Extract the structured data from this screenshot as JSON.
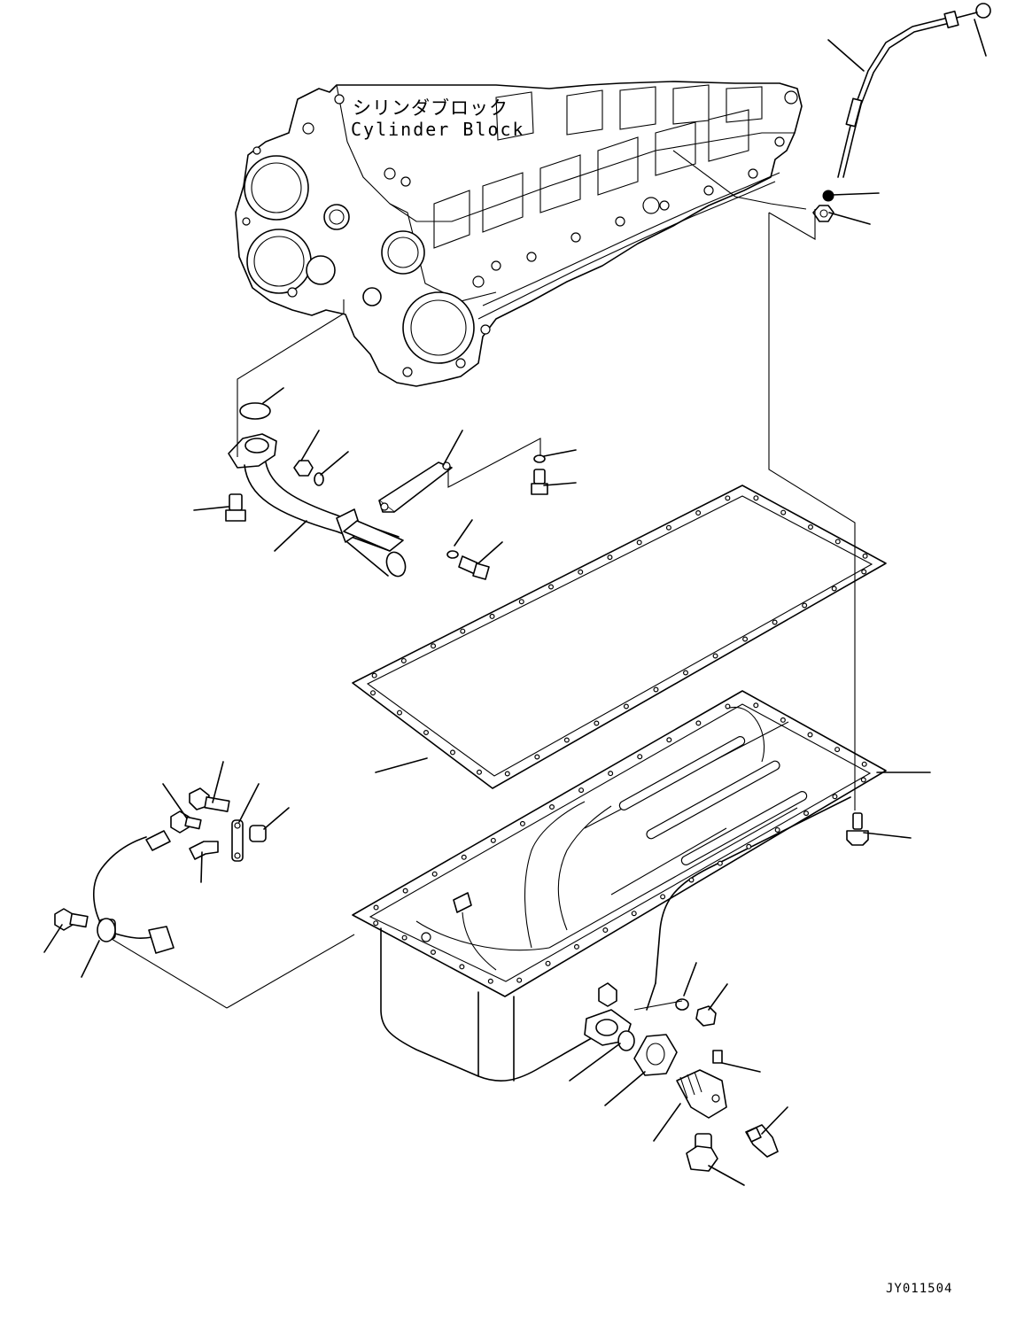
{
  "labels": {
    "cylinder_block_jp": "シリンダブロック",
    "cylinder_block_en": "Cylinder Block"
  },
  "drawing_code": "JY011504",
  "colors": {
    "line": "#000000",
    "background": "#ffffff"
  }
}
